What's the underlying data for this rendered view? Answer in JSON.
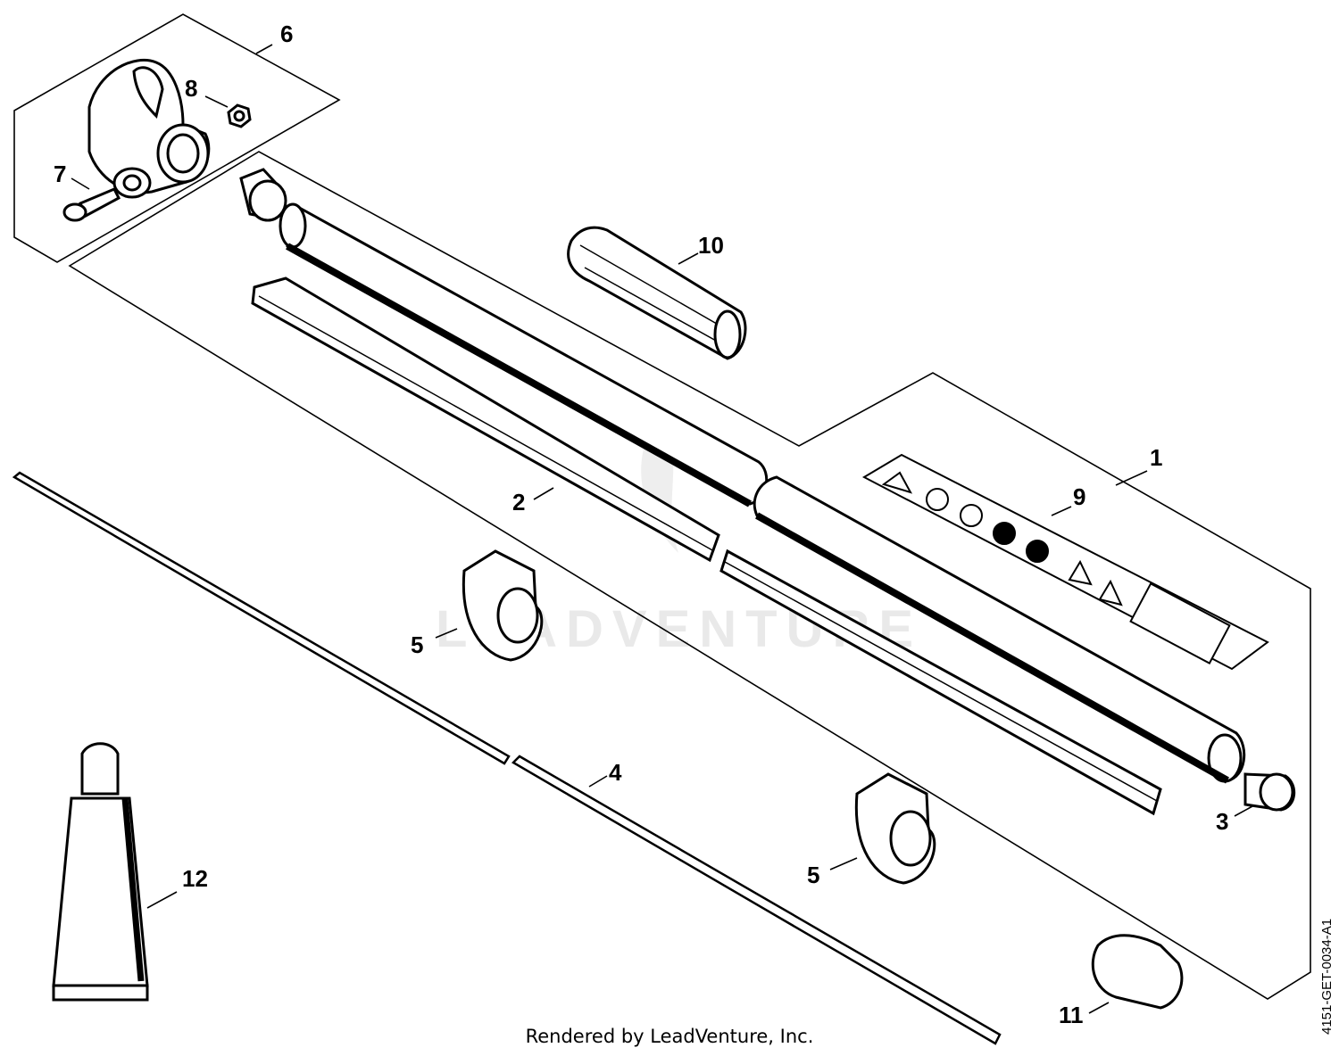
{
  "watermark_text": "LEADVENTURE",
  "footer_text": "Rendered by LeadVenture, Inc.",
  "doc_number": "4151-GET-0034-A1",
  "callouts": {
    "c1": "1",
    "c2": "2",
    "c3": "3",
    "c4": "4",
    "c5a": "5",
    "c5b": "5",
    "c6": "6",
    "c7": "7",
    "c8": "8",
    "c9": "9",
    "c10": "10",
    "c11": "11",
    "c12": "12"
  }
}
